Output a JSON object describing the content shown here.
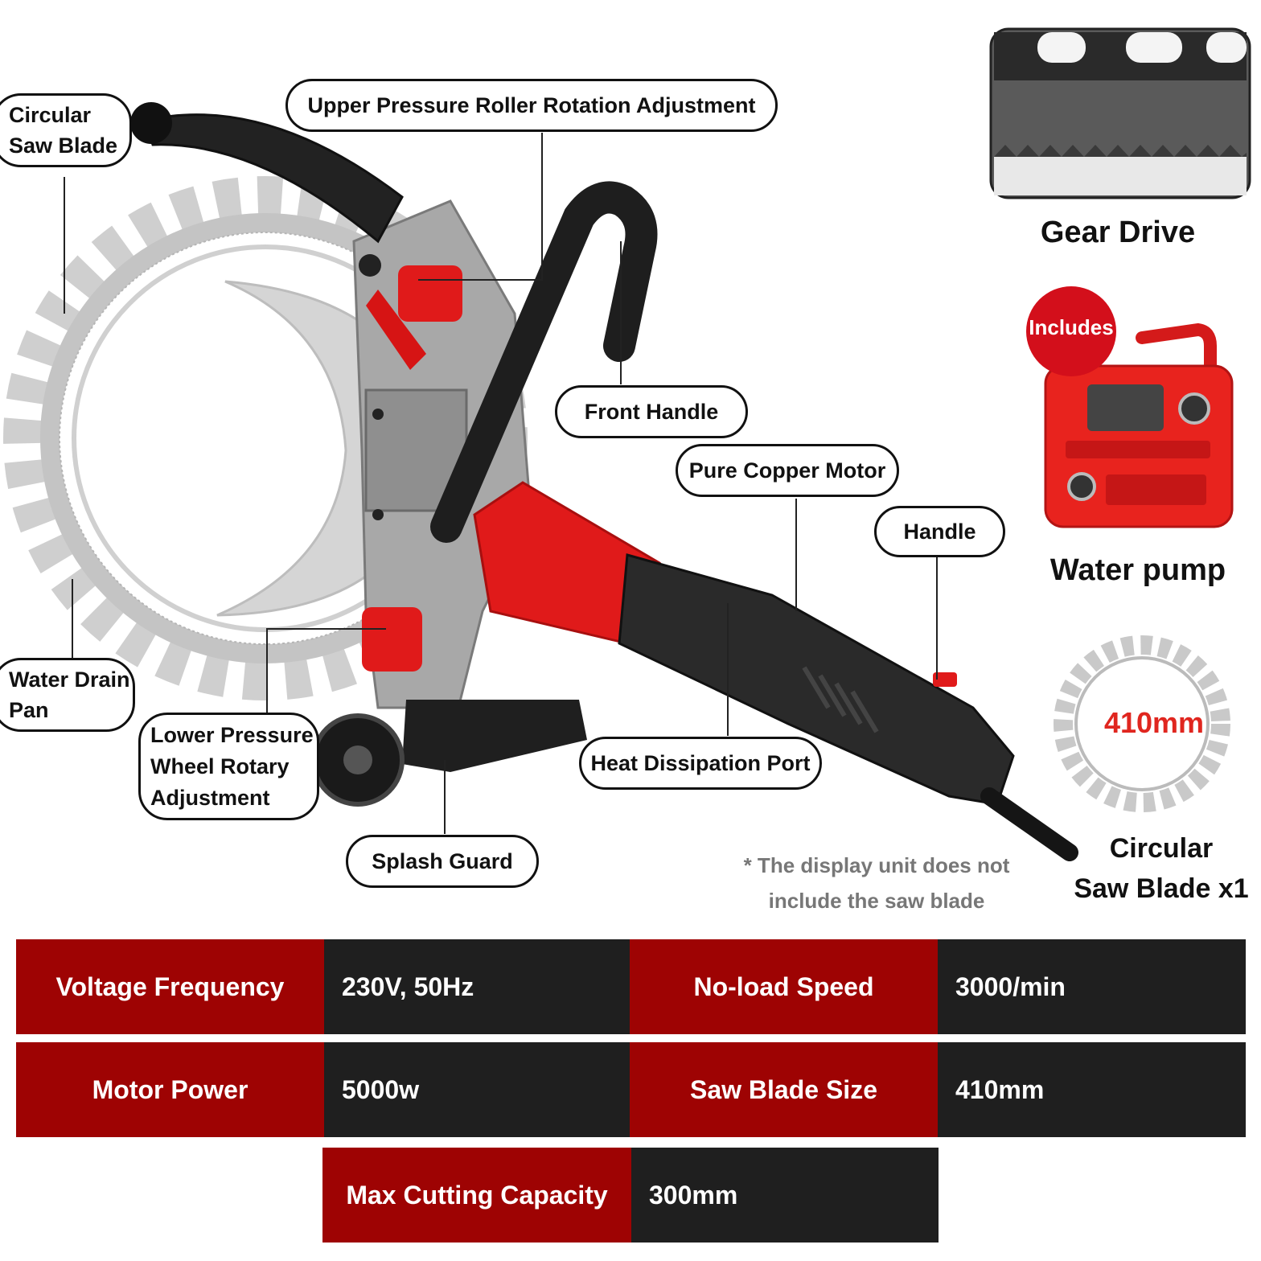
{
  "callouts": {
    "circular_saw_blade": "Circular\nSaw Blade",
    "upper_roller": "Upper Pressure Roller Rotation Adjustment",
    "front_handle": "Front Handle",
    "pure_copper_motor": "Pure Copper Motor",
    "handle": "Handle",
    "water_drain_pan": "Water Drain\nPan",
    "lower_wheel": "Lower Pressure\nWheel Rotary\nAdjustment",
    "heat_dissipation_port": "Heat Dissipation Port",
    "splash_guard": "Splash Guard"
  },
  "insets": {
    "gear_drive": "Gear Drive",
    "includes_badge": "Includes",
    "water_pump": "Water pump",
    "blade_size": "410mm",
    "blade_caption": "Circular\nSaw Blade x1"
  },
  "note": "* The display unit does not\ninclude the saw blade",
  "specs": {
    "voltage_label": "Voltage Frequency",
    "voltage_value": "230V, 50Hz",
    "speed_label": "No-load Speed",
    "speed_value": "3000/min",
    "power_label": "Motor Power",
    "power_value": "5000w",
    "blade_label": "Saw Blade Size",
    "blade_value": "410mm",
    "capacity_label": "Max Cutting Capacity",
    "capacity_value": "300mm"
  },
  "colors": {
    "label_red": "#9e0303",
    "value_dark": "#1f1f1f",
    "tool_red": "#e01a1a",
    "badge_red": "#d30f1b",
    "blade_text_red": "#e0261f"
  }
}
